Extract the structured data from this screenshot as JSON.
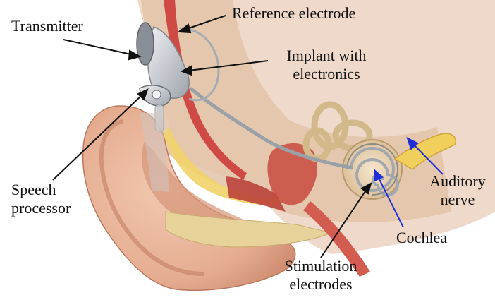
{
  "labels": {
    "transmitter": "Transmitter",
    "reference_electrode": "Reference electrode",
    "implant_line1": "Implant with",
    "implant_line2": "electronics",
    "speech_line1": "Speech",
    "speech_line2": "processor",
    "auditory_line1": "Auditory",
    "auditory_line2": "nerve",
    "cochlea": "Cochlea",
    "stimulation_line1": "Stimulation",
    "stimulation_line2": "electrodes"
  },
  "colors": {
    "skin": "#e9b59a",
    "skin_dark": "#c98468",
    "bone": "#e4cc9a",
    "fat": "#f0d36a",
    "canal_red": "#c8423c",
    "cochlea": "#d8c4a0",
    "device": "#c9ccd2",
    "arrow_black": "#111111",
    "arrow_blue": "#1f2fd6"
  }
}
